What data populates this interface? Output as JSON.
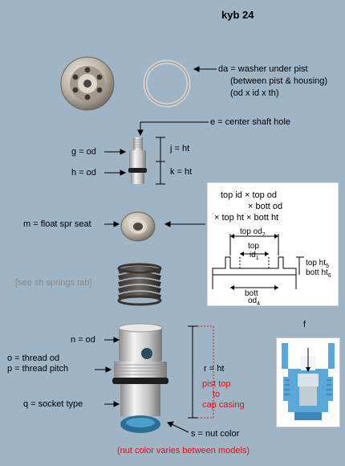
{
  "title": "kyb 24",
  "labels": {
    "da": "da = washer under pist",
    "da_line2": "(between pist & housing)",
    "da_line3": "(od x id x th)",
    "e": "e = center shaft hole",
    "g": "g = od",
    "j": "j = ht",
    "h": "h = od",
    "k": "k = ht",
    "m": "m = float spr seat",
    "springs": "[see sh springs tab]",
    "n": "n = od",
    "o": "o = thread od",
    "p": "p = thread pitch",
    "r": "r = ht",
    "pist_top_1": "pist top",
    "pist_top_2": "to",
    "pist_top_3": "cap casing",
    "q": "q = socket type",
    "s": "s = nut color",
    "nut_note": "(nut color varies between models)"
  },
  "seat_box": {
    "line1": "top id × top od",
    "line2": "× bott od",
    "line3": "× top ht × bott ht",
    "top_od": "top od",
    "top_od_sub": "2",
    "top_id": "top",
    "top_id_2": "id",
    "top_id_sub": "1",
    "top_ht": "top ht",
    "top_ht_sub": "5",
    "bott_ht": "bott ht",
    "bott_ht_sub": "6",
    "bott_od": "bott",
    "bott_od_2": "od",
    "bott_od_sub": "4"
  },
  "cutaway": {
    "label": "f"
  }
}
